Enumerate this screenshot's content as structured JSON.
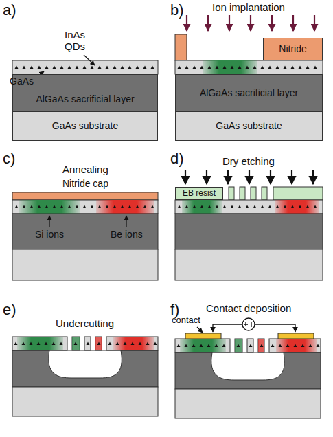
{
  "diagram": {
    "nodes": [
      {
        "text": [
          "AlGaAs sacrificial layer"
        ]
      },
      {
        "text": [
          "GaAs substrate"
        ]
      },
      {
        "text": [
          "Nitride"
        ]
      },
      {
        "text": [
          "AlGaAs sacrificial layer"
        ]
      },
      {
        "text": [
          "GaAs substrate"
        ]
      },
      {
        "text": [
          "EB resist"
        ]
      }
    ],
    "labels": [
      "a)",
      "InAs QDs",
      "GaAs",
      "b)",
      "Ion implantation",
      "c)",
      "Annealing",
      "Nitride cap",
      "Si ions",
      "Be ions",
      "d)",
      "Dry etching",
      "e)",
      "Undercutting",
      "f)",
      "Contact deposition",
      "contact"
    ]
  }
}
